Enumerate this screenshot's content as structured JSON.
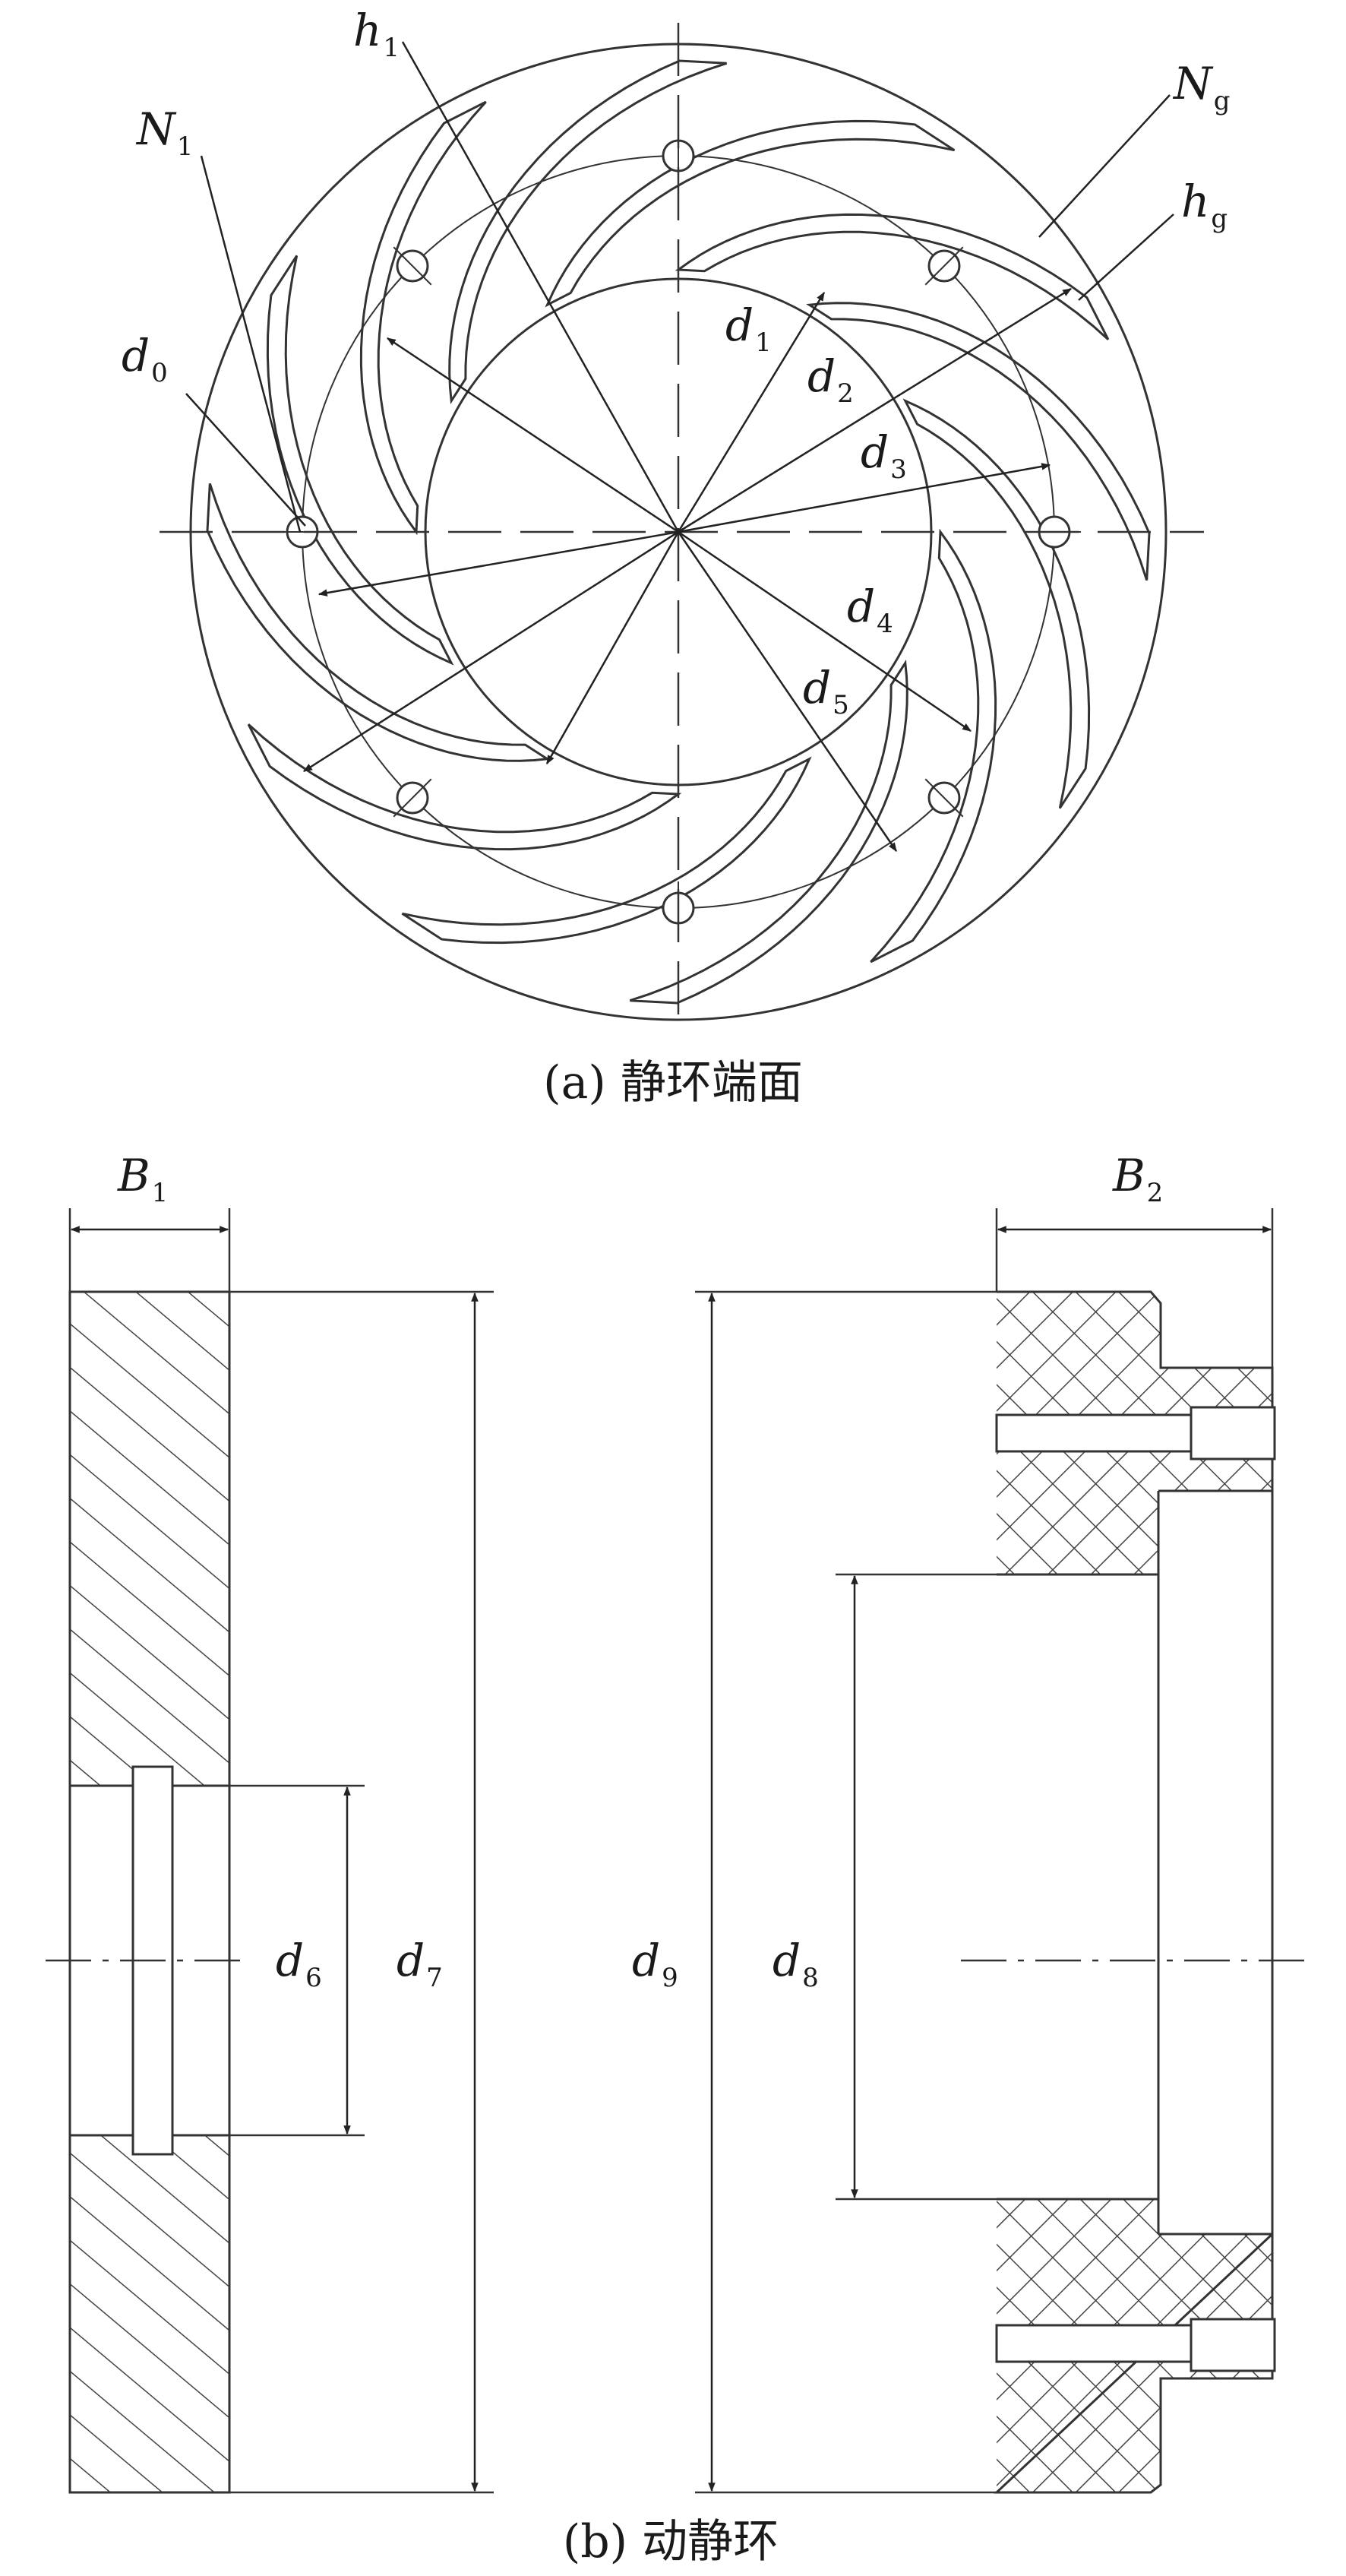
{
  "panel_a": {
    "caption": "(a) 静环端面",
    "labels": {
      "h1": {
        "main": "h",
        "sub": "1"
      },
      "N1": {
        "main": "N",
        "sub": "1"
      },
      "Ng": {
        "main": "N",
        "sub": "g"
      },
      "hg": {
        "main": "h",
        "sub": "g"
      },
      "d0": {
        "main": "d",
        "sub": "0"
      },
      "d1": {
        "main": "d",
        "sub": "1"
      },
      "d2": {
        "main": "d",
        "sub": "2"
      },
      "d3": {
        "main": "d",
        "sub": "3"
      },
      "d4": {
        "main": "d",
        "sub": "4"
      },
      "d5": {
        "main": "d",
        "sub": "5"
      }
    },
    "groove_count": 12,
    "hole_count": 8
  },
  "panel_b": {
    "caption": "(b) 动静环",
    "labels": {
      "B1": {
        "main": "B",
        "sub": "1"
      },
      "B2": {
        "main": "B",
        "sub": "2"
      },
      "d6": {
        "main": "d",
        "sub": "6"
      },
      "d7": {
        "main": "d",
        "sub": "7"
      },
      "d8": {
        "main": "d",
        "sub": "8"
      },
      "d9": {
        "main": "d",
        "sub": "9"
      }
    }
  }
}
